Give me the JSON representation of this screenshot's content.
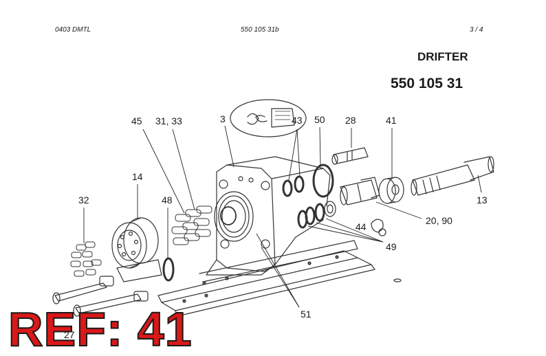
{
  "header": {
    "left": "0403 DMTL",
    "center": "550 105 31b",
    "right": "3 / 4"
  },
  "title": {
    "name": "DRIFTER",
    "number": "550 105 31"
  },
  "callouts": {
    "c45": "45",
    "c3133": "31, 33",
    "c3": "3",
    "c43": "43",
    "c50": "50",
    "c28": "28",
    "c41": "41",
    "c14": "14",
    "c32": "32",
    "c48": "48",
    "c13": "13",
    "c2090": "20, 90",
    "c44": "44",
    "c49": "49",
    "c51": "51",
    "c27": "27"
  },
  "overlay": {
    "ref_label": "REF: 41",
    "color": "#d91818"
  }
}
